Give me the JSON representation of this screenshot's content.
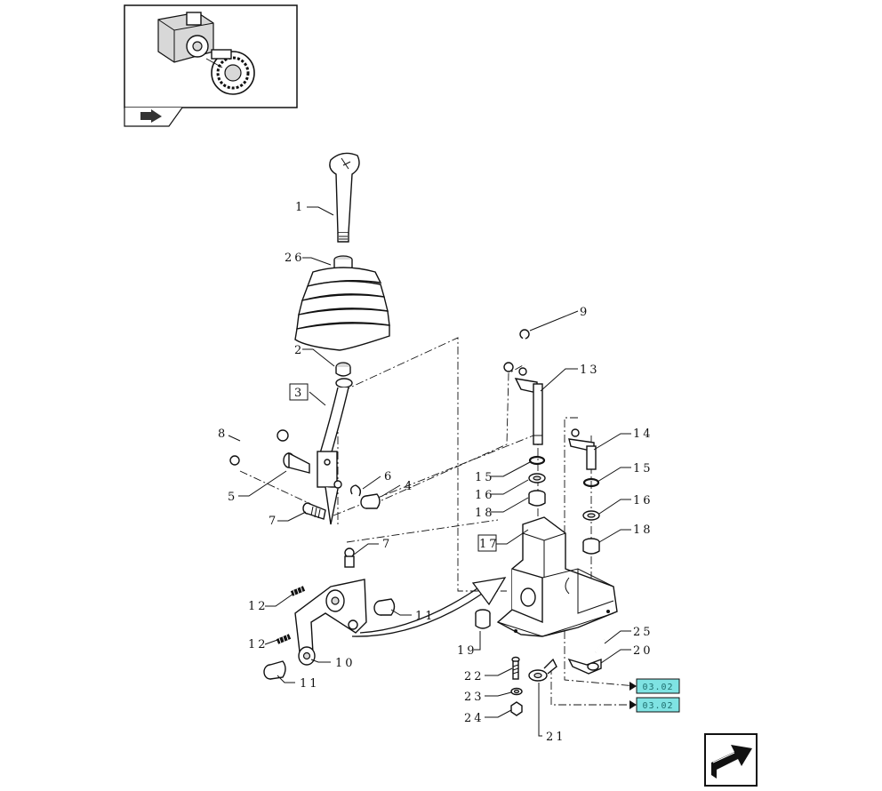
{
  "figure": {
    "thumbnail_icon": "tractor-assembly-thumbnail",
    "nav_icon": "next-page-arrow-icon"
  },
  "callouts": {
    "p1": "1",
    "p26": "26",
    "p2": "2",
    "p3": "3",
    "p8": "8",
    "p5": "5",
    "p6": "6",
    "p4": "4",
    "p7a": "7",
    "p7b": "7",
    "p12a": "12",
    "p12b": "12",
    "p11a": "11",
    "p11b": "11",
    "p10": "10",
    "p9": "9",
    "p13": "13",
    "p14": "14",
    "p15a": "15",
    "p15b": "15",
    "p16a": "16",
    "p16b": "16",
    "p18a": "18",
    "p18b": "18",
    "p17": "17",
    "p19": "19",
    "p25": "25",
    "p20": "20",
    "p22": "22",
    "p23": "23",
    "p24": "24",
    "p21": "21"
  },
  "references": {
    "ref_a": "03.02",
    "ref_b": "03.02",
    "ref_color": "#7fe3e3"
  }
}
